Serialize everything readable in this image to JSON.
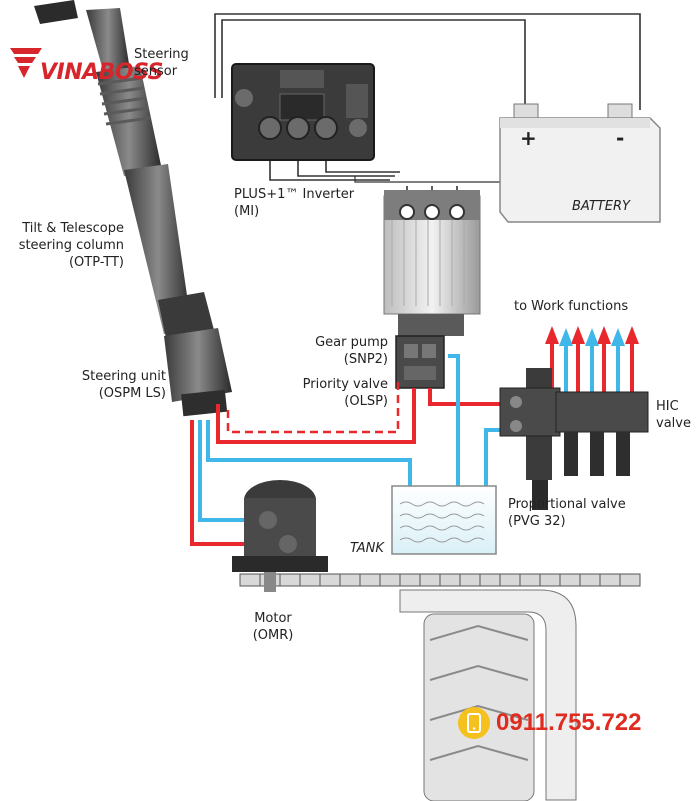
{
  "brand": {
    "logo_text": "VINABOSS",
    "accent": "#d7262b"
  },
  "phone": {
    "number": "0911.755.722",
    "icon": "phone-icon",
    "icon_color": "#f4c11f",
    "text_color": "#e02b20"
  },
  "labels": {
    "steering_sensor": "Steering\nsensor",
    "tilt_column": "Tilt & Telescope\nsteering column\n(OTP-TT)",
    "steering_unit": "Steering unit\n(OSPM LS)",
    "inverter": "PLUS+1™ Inverter\n(MI)",
    "battery": "BATTERY",
    "battery_plus": "+",
    "battery_minus": "-",
    "gear_pump": "Gear pump\n(SNP2)",
    "priority_valve": "Priority valve\n(OLSP)",
    "work_functions": "to Work functions",
    "hic_valve": "HIC\nvalve",
    "proportional_valve": "Proportional valve\n(PVG 32)",
    "tank": "TANK",
    "motor": "Motor\n(OMR)"
  },
  "colors": {
    "pressure_line": "#e8282c",
    "return_line": "#3fb7e8",
    "wire": "#333333"
  }
}
